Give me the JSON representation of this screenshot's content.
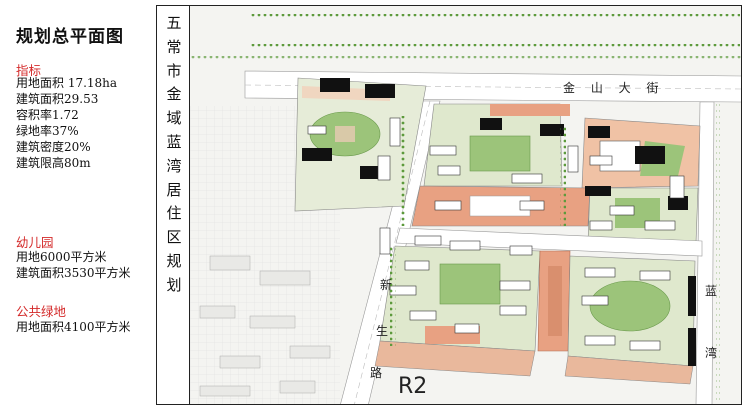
{
  "heading": "规划总平面图",
  "indicators": {
    "title": "指标",
    "lines": [
      "用地面积 17.18ha",
      "建筑面积29.53",
      "容积率1.72",
      "绿地率37%",
      "建筑密度20%",
      "建筑限高80m"
    ]
  },
  "kindergarten": {
    "title": "幼儿园",
    "lines": [
      "用地6000平方米",
      "建筑面积3530平方米"
    ]
  },
  "public_green": {
    "title": "公共绿地",
    "lines": [
      "用地面积4100平方米"
    ]
  },
  "project_title": "五常市金域蓝湾居住区规划",
  "map": {
    "road_top": "金 山 大 街",
    "road_left": [
      "新",
      "生",
      "路"
    ],
    "road_right": [
      "蓝",
      "湾"
    ],
    "road_code": "R2"
  },
  "colors": {
    "accent": "#d42a2a",
    "green": "#9cc47a",
    "plaza": "#e8a182",
    "road": "#ffffff"
  }
}
